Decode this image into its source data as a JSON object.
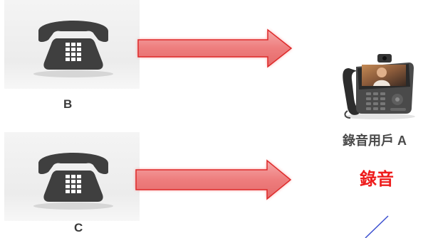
{
  "callers": [
    {
      "label": "B"
    },
    {
      "label": "C"
    }
  ],
  "recorder": {
    "user_label": "錄音用戶 A",
    "status_label": "錄音"
  },
  "colors": {
    "arrow_fill": "#ee7d7d",
    "arrow_outline": "#dd2a2a",
    "record_text": "#ee1c1c",
    "phone_icon": "#3f3f3f",
    "user_text": "#4a4a4a",
    "line": "#3b4fd0"
  },
  "icons": [
    "desk-phone-icon",
    "ip-video-phone-icon",
    "arrow-right-icon"
  ]
}
